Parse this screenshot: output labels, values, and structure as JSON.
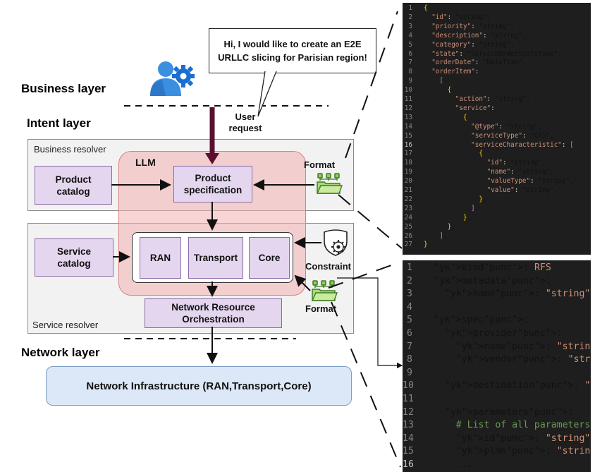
{
  "layers": {
    "business": "Business layer",
    "intent": "Intent layer",
    "network": "Network layer"
  },
  "user_request": {
    "bubble": "Hi, I would like to create an E2E\nURLLC slicing for Parisian region!",
    "label": "User\nrequest"
  },
  "business_resolver": {
    "label": "Business resolver",
    "product_catalog": "Product\ncatalog",
    "product_specification": "Product\nspecification",
    "format_label": "Format"
  },
  "llm": {
    "label": "LLM"
  },
  "service_resolver": {
    "label": "Service resolver",
    "service_catalog": "Service\ncatalog",
    "ran": "RAN",
    "transport": "Transport",
    "core": "Core",
    "constraint_label": "Constraint",
    "format_label": "Format",
    "nro": "Network Resource\nOrchestration"
  },
  "network_infrastructure": "Network Infrastructure (RAN,Transport,Core)",
  "json_code": [
    "{",
    "  \"id\": \"string\",",
    "  \"priority\": \"string\",",
    "  \"description\": \"string\",",
    "  \"category\": \"string\",",
    "  \"state\": \"ServiceOrderStateType\",",
    "  \"orderDate\": \"DateTime\",",
    "  \"orderItem\":",
    "    [",
    "      {",
    "        \"action\": \"string\",",
    "        \"service\":",
    "          {",
    "            \"@type\": \"string\",",
    "            \"serviceType\": \"CFS\",",
    "            \"serviceCharacteristic\": [",
    "              {",
    "                \"id\": \"string\",",
    "                \"name\": \"string\",",
    "                \"valueType\": \"string\",",
    "                \"value\": \"string\",",
    "              },",
    "            ],",
    "          },",
    "      },",
    "    ],",
    "}"
  ],
  "yaml_code": [
    "kind: RFS",
    "metadata:",
    "  name: \"string\"",
    "",
    "spec:",
    "  provider:",
    "    name: \"string\"",
    "    vendor: \"string\"",
    "",
    "  destination: \"string\"",
    "",
    "  parameters:",
    "    # List of all parameters",
    "    id: \"string\"",
    "    plmn: \"string\"",
    "    ..."
  ],
  "colors": {
    "llm_fill": "#f4b0b0",
    "catalog_fill": "#e3d6ee",
    "infra_fill": "#dce8f7",
    "resolver_fill": "#f2f2f2",
    "arrow_dark": "#5a0f2e",
    "editor_bg": "#1e1e1e"
  },
  "icons": {
    "user": "user-gear-icon",
    "format": "folder-network-icon",
    "constraint": "shield-gear-icon"
  }
}
